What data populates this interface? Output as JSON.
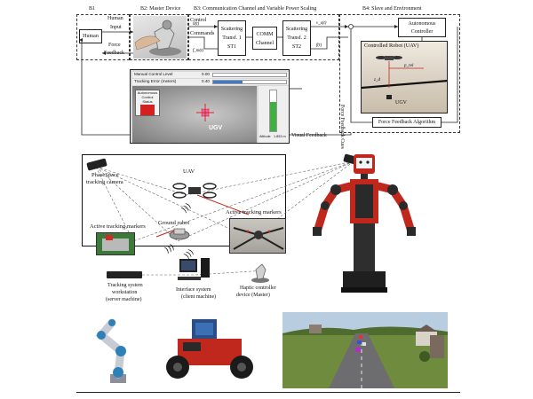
{
  "block_diagram": {
    "b1": {
      "title": "B1",
      "human_box": "Human",
      "human_input": [
        "Human",
        "Input"
      ],
      "force_feedback": [
        "Force",
        "Feedback"
      ]
    },
    "b2": {
      "title": "B2: Master Device"
    },
    "b3": {
      "title": "B3: Communication Channel and Variable Power Scaling",
      "control": "Control",
      "commands": "Commands",
      "st1": [
        "Scattering",
        "Transf. 1",
        "ST1"
      ],
      "comm": [
        "COMM",
        "Channel"
      ],
      "st2": [
        "Scattering",
        "Transf. 2",
        "ST2"
      ]
    },
    "b4": {
      "title": "B4: Slave and Environment",
      "autonomous_controller": [
        "Autonomous",
        "Controller"
      ],
      "controlled_robot": "Controlled Robot (UAV)",
      "ugv": "UGV",
      "force_feedback_cues": "Force Feedback Cues",
      "force_feedback_algorithm": "Force Feedback Algorithm"
    },
    "visual_feedback": "Visual Feedback",
    "gui": {
      "manual_control_level": "Manual Control Level",
      "manual_value": "0.00",
      "tracking_error": "Tracking Error (meters)",
      "tracking_value": "0.40",
      "autonomous_status": [
        "Autonomous",
        "Control",
        "Status"
      ],
      "ugv": "UGV",
      "altitude": "Altitude",
      "altitude_value": "1.853 m"
    }
  },
  "setup": {
    "uav": "UAV",
    "phasespace": [
      "PhaseSpace",
      "tracking camera"
    ],
    "ground_robot": "Ground robot",
    "active_markers_left": "Active tracking markers",
    "active_markers_right": "Active tracking markers",
    "tracking_workstation": [
      "Tracking system",
      "workstation",
      "(server machine)"
    ],
    "interface_system": [
      "Interface system",
      "(client machine)"
    ],
    "haptic_device": [
      "Haptic controller",
      "device (Master)"
    ]
  },
  "colors": {
    "robot_red": "#c0281e",
    "robot_dark": "#2a2a2a",
    "road": "#6d6d70",
    "grass": "#6f8b3e",
    "sky": "#b9cde0"
  }
}
